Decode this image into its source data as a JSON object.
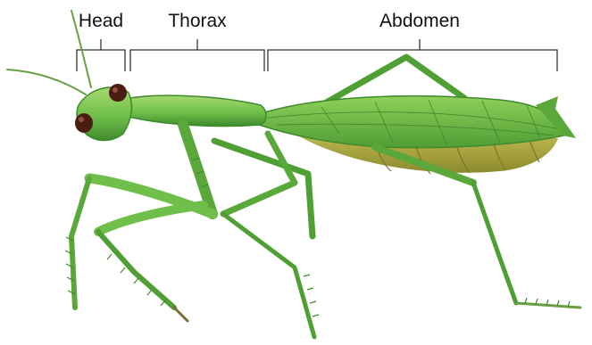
{
  "labels": {
    "head": "Head",
    "thorax": "Thorax",
    "abdomen": "Abdomen"
  },
  "colors": {
    "body_green": "#6fbf4a",
    "body_light": "#9fd66a",
    "body_dark": "#3f8a2e",
    "underside": "#b7b54b",
    "eye": "#4a1d12",
    "bracket": "#333333"
  }
}
